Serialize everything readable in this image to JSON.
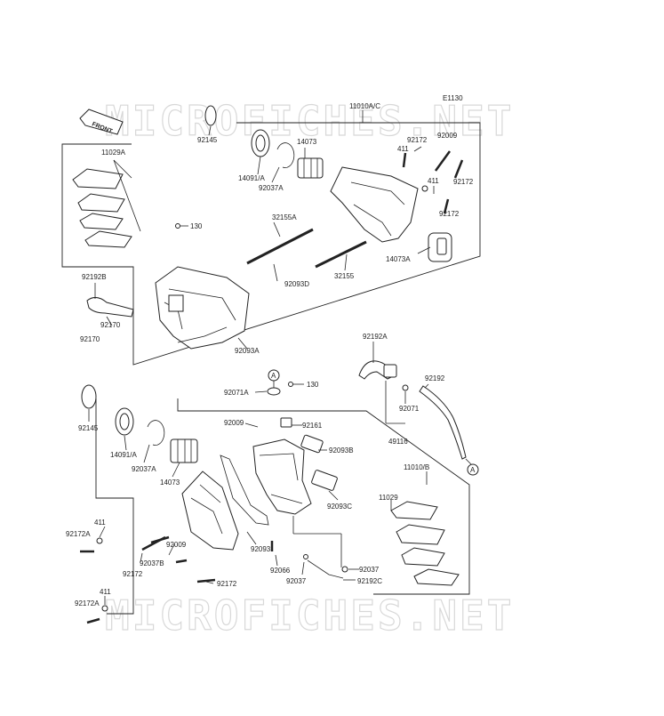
{
  "diagram": {
    "figure_code": "E1130",
    "watermark": "MICROFICHES.NET",
    "front_label": "FRONT",
    "callout_a": "A",
    "upper_group": "11010A/C",
    "lower_group": "11010/B",
    "labels": {
      "p92145_top": "92145",
      "p14091A_top": "14091/A",
      "p92037A_top": "92037A",
      "p14073_top": "14073",
      "p411_top1": "411",
      "p92172_top1": "92172",
      "p92009_top": "92009",
      "p411_top2": "411",
      "p92172_top2": "92172",
      "p92172_top3": "92172",
      "p11029A": "11029A",
      "p130_top": "130",
      "p32155A": "32155A",
      "p14073A": "14073A",
      "p92192B": "92192B",
      "p92170_a": "92170",
      "p92170_b": "92170",
      "p92093D": "92093D",
      "p32155": "32155",
      "p92093A": "92093A",
      "p92192A": "92192A",
      "p92071A": "92071A",
      "p130_bot": "130",
      "p92192": "92192",
      "p92071": "92071",
      "p49116": "49116",
      "p92145_bot": "92145",
      "p92009_mid": "92009",
      "p92161": "92161",
      "p92093B": "92093B",
      "p14091A_bot": "14091/A",
      "p92037A_bot": "92037A",
      "p14073_bot": "14073",
      "p11029": "11029",
      "p92093C": "92093C",
      "p411_bot1": "411",
      "p92172A_1": "92172A",
      "p92009_bot": "92009",
      "p92037B": "92037B",
      "p92172_bot1": "92172",
      "p92093": "92093",
      "p92066": "92066",
      "p92037_a": "92037",
      "p92037_b": "92037",
      "p92192C": "92192C",
      "p92172_bot2": "92172",
      "p411_bot2": "411",
      "p92172A_2": "92172A"
    }
  }
}
